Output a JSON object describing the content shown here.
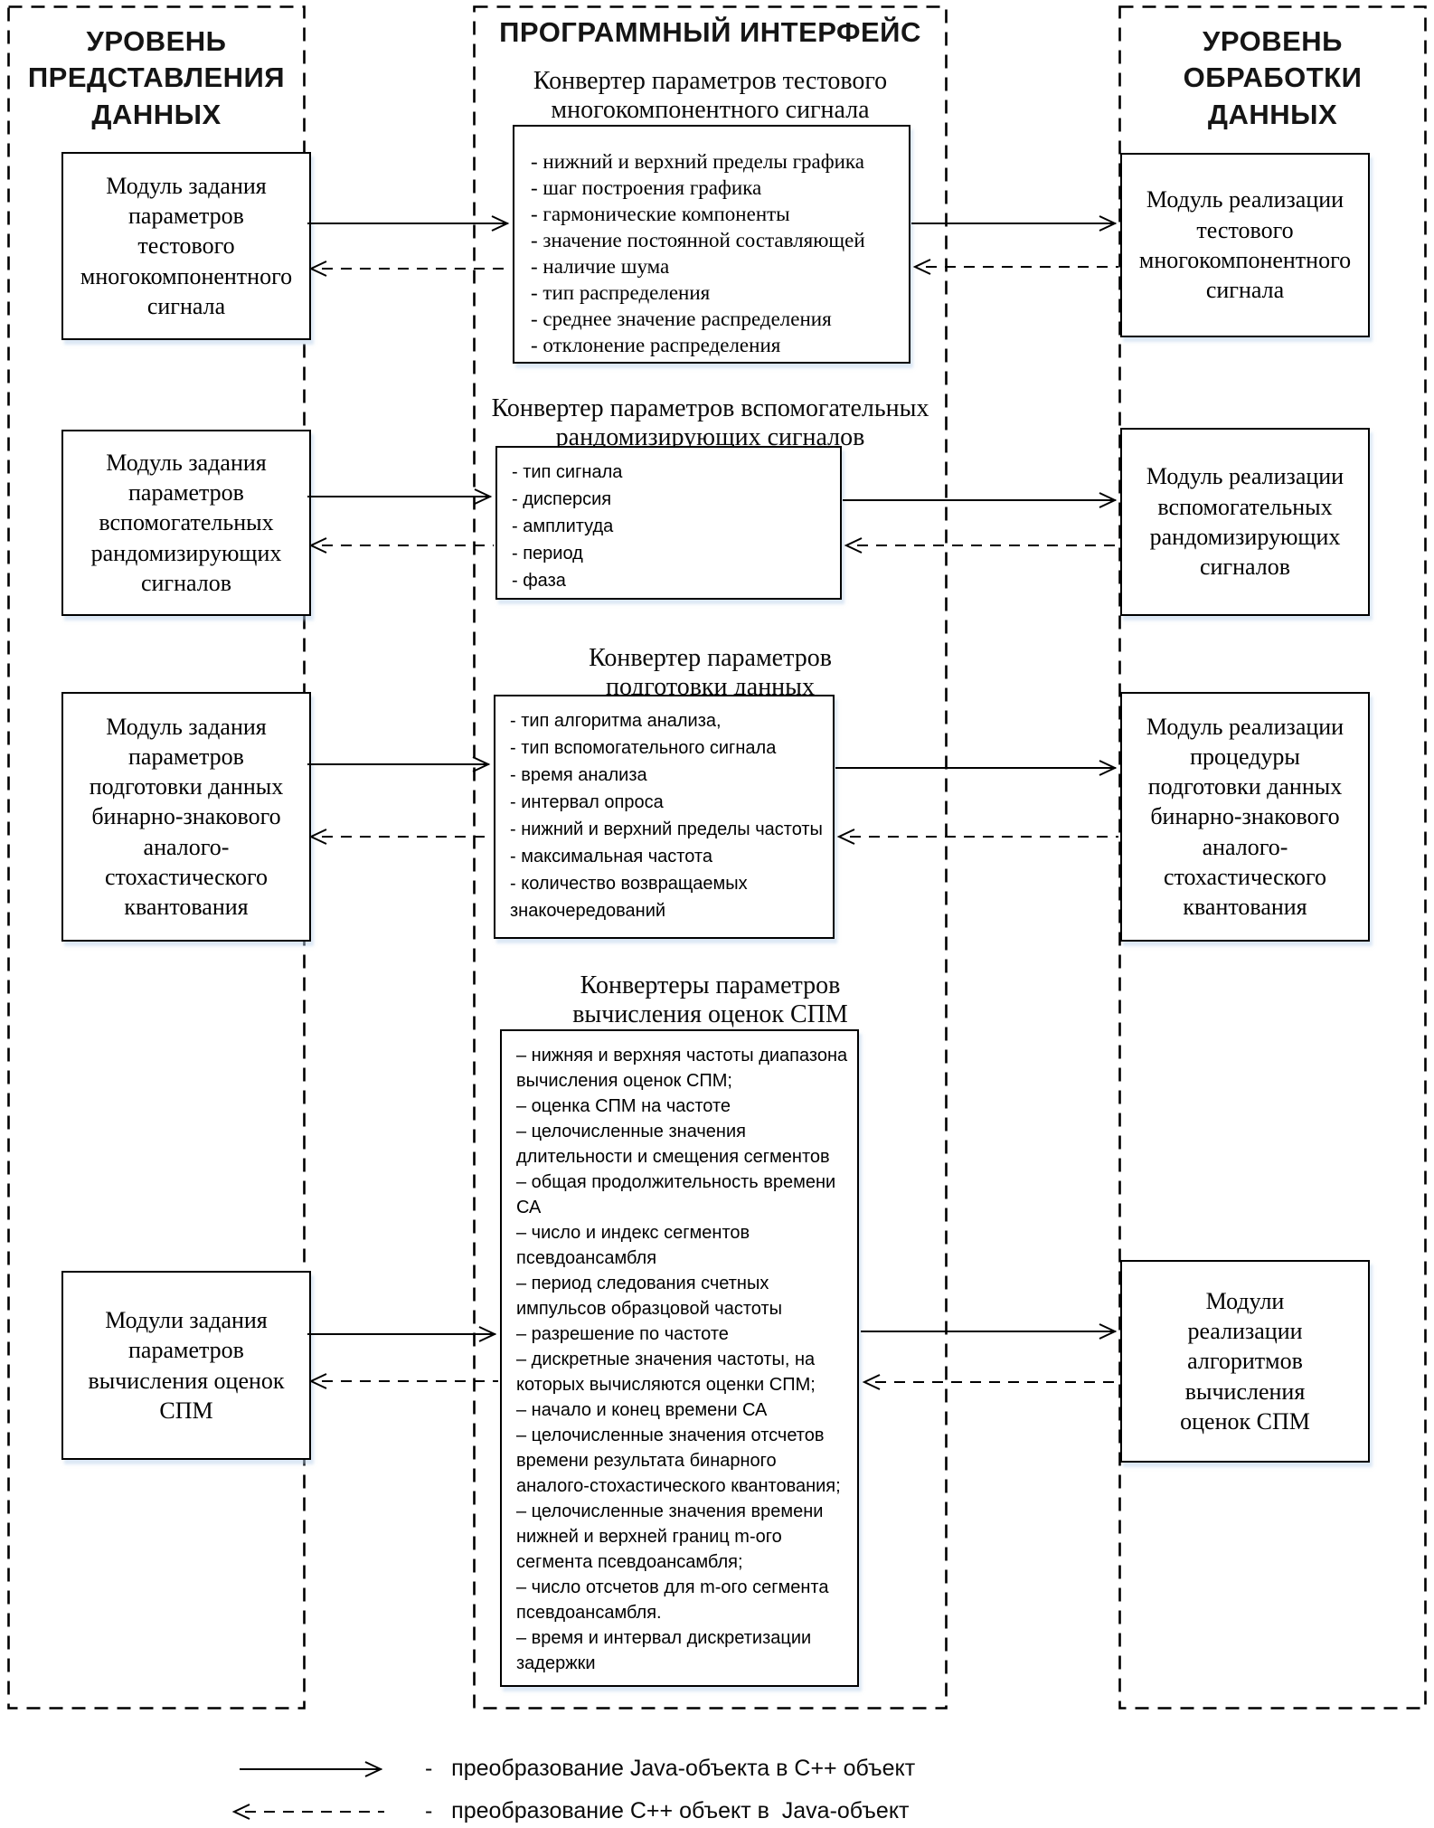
{
  "left_column": {
    "title": "УРОВЕНЬ\nПРЕДСТАВЛЕНИЯ\nДАННЫХ",
    "modules": [
      "Модуль задания\nпараметров\nтестового\nмногокомпонентного\nсигнала",
      "Модуль задания\nпараметров\nвспомогательных\nрандомизирующих\nсигналов",
      "Модуль задания\nпараметров\nподготовки данных\nбинарно-знакового\nаналого-\nстохастического\nквантования",
      "Модули задания\nпараметров\nвычисления оценок\nСПМ"
    ]
  },
  "interface_column": {
    "title": "ПРОГРАММНЫЙ ИНТЕРФЕЙС",
    "converters": [
      {
        "title": "Конвертер параметров тестового\nмногокомпонентного  сигнала",
        "params": [
          "- нижний и верхний пределы графика",
          "- шаг построения графика",
          "- гармонические компоненты",
          "- значение постоянной составляющей",
          "- наличие шума",
          "- тип распределения",
          "- среднее значение распределения",
          "- отклонение распределения"
        ]
      },
      {
        "title": "Конвертер параметров вспомогательных\nрандомизирующих  сигналов",
        "params": [
          "- тип сигнала",
          "- дисперсия",
          "- амплитуда",
          "- период",
          "- фаза"
        ]
      },
      {
        "title": "Конвертер параметров\nподготовки данных",
        "params": [
          "- тип алгоритма анализа,",
          "-  тип вспомогательного сигнала",
          "- время анализа",
          "- интервал опроса",
          "- нижний и верхний пределы частоты",
          "- максимальная частота",
          "- количество возвращаемых знакочередований"
        ]
      },
      {
        "title": "Конвертеры параметров\nвычисления оценок СПМ",
        "params": [
          "– нижняя и верхняя частоты диапазона вычисления оценок СПМ;",
          "– оценка СПМ на частоте",
          "– целочисленные значения длительности и смещения сегментов",
          "– общая продолжительность времени СА",
          "– число и индекс сегментов псевдоансамбля",
          "– период следования счетных импульсов образцовой частоты",
          "– разрешение по частоте",
          "– дискретные значения частоты, на которых вычисляются оценки СПМ;",
          "– начало и конец времени СА",
          "– целочисленные значения отсчетов времени результата бинарного аналого-стохастического квантования;",
          "– целочисленные значения времени нижней и верхней границ m-ого сегмента псевдоансамбля;",
          "– число отсчетов для m-ого сегмента псевдоансамбля.",
          "– время и интервал дискретизации задержки"
        ]
      }
    ]
  },
  "right_column": {
    "title": "УРОВЕНЬ\nОБРАБОТКИ\nДАННЫХ",
    "modules": [
      "Модуль реализации\nтестового\nмногокомпонентного\nсигнала",
      "Модуль реализации\nвспомогательных\nрандомизирующих\nсигналов",
      "Модуль реализации\nпроцедуры\nподготовки данных\nбинарно-знакового\nаналого-\nстохастического\nквантования",
      "Модули\nреализации\nалгоритмов\nвычисления\nоценок СПМ"
    ]
  },
  "legend": {
    "items": [
      {
        "style": "solid-right-arrow",
        "label": "-   преобразование Java-объекта в C++ объект"
      },
      {
        "style": "dashed-left-arrow",
        "label": "-   преобразование C++ объект в  Java-объект"
      }
    ]
  }
}
